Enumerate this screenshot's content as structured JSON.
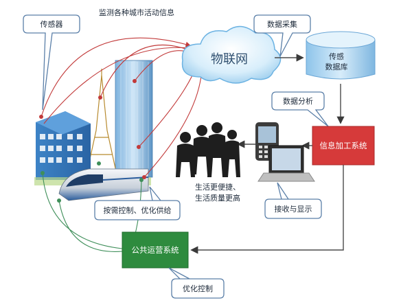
{
  "labels": {
    "sensor": "传感器",
    "monitor": "监测各种城市活动信息",
    "iot_cloud": "物联网",
    "data_collection": "数据采集",
    "database_line1": "传感",
    "database_line2": "数据库",
    "data_analysis": "数据分析",
    "info_processing": "信息加工系统",
    "life_line1": "生活更便捷、",
    "life_line2": "生活质量更高",
    "receive_display": "接收与显示",
    "on_demand": "按需控制、优化供给",
    "public_ops": "公共运营系统",
    "optimize_control": "优化控制"
  },
  "colors": {
    "callout_border": "#5a7fa8",
    "red_box": "#d63a3a",
    "green_box": "#2e8b3e",
    "red_curve": "#c23a3a",
    "green_curve": "#3f8f5a",
    "cloud_blue": "#9fd0ef",
    "database_blue": "#a9d4f0"
  }
}
